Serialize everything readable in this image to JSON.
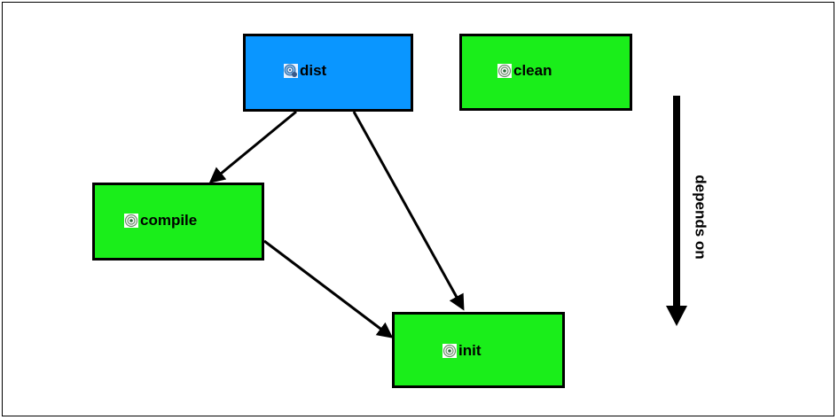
{
  "nodes": {
    "dist": {
      "label": "dist",
      "icon": "globe-target-icon",
      "color": "#0a96ff"
    },
    "clean": {
      "label": "clean",
      "icon": "target-icon",
      "color": "#1aee1a"
    },
    "compile": {
      "label": "compile",
      "icon": "target-icon",
      "color": "#1aee1a"
    },
    "init": {
      "label": "init",
      "icon": "target-icon",
      "color": "#1aee1a"
    }
  },
  "edges": [
    {
      "from": "dist",
      "to": "compile"
    },
    {
      "from": "dist",
      "to": "init"
    },
    {
      "from": "compile",
      "to": "init"
    }
  ],
  "legend": {
    "label": "depends on",
    "direction": "down"
  }
}
